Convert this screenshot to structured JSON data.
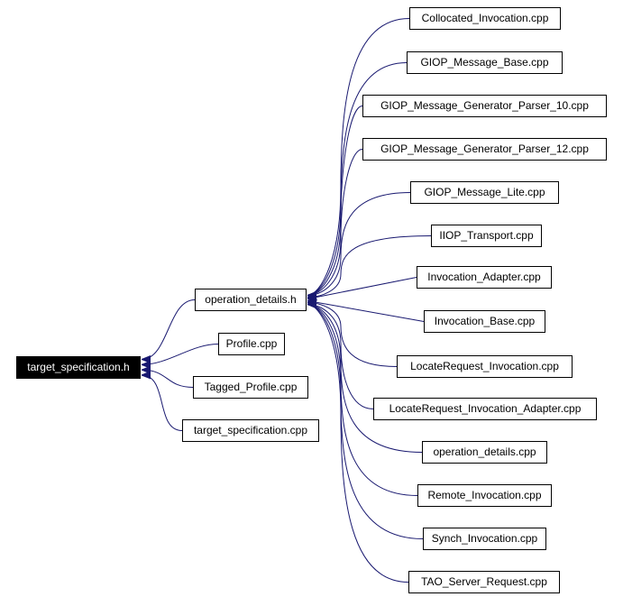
{
  "colors": {
    "edge": "#191970",
    "node_border": "#000000",
    "node_fill": "#ffffff",
    "root_fill": "#000000",
    "root_text": "#ffffff"
  },
  "graph": {
    "root": {
      "label": "target_specification.h"
    },
    "middle_label": "operation_details.h",
    "direct": [
      "operation_details.h",
      "Profile.cpp",
      "Tagged_Profile.cpp",
      "target_specification.cpp"
    ],
    "leaves": [
      "Collocated_Invocation.cpp",
      "GIOP_Message_Base.cpp",
      "GIOP_Message_Generator_Parser_10.cpp",
      "GIOP_Message_Generator_Parser_12.cpp",
      "GIOP_Message_Lite.cpp",
      "IIOP_Transport.cpp",
      "Invocation_Adapter.cpp",
      "Invocation_Base.cpp",
      "LocateRequest_Invocation.cpp",
      "LocateRequest_Invocation_Adapter.cpp",
      "operation_details.cpp",
      "Remote_Invocation.cpp",
      "Synch_Invocation.cpp",
      "TAO_Server_Request.cpp"
    ]
  }
}
